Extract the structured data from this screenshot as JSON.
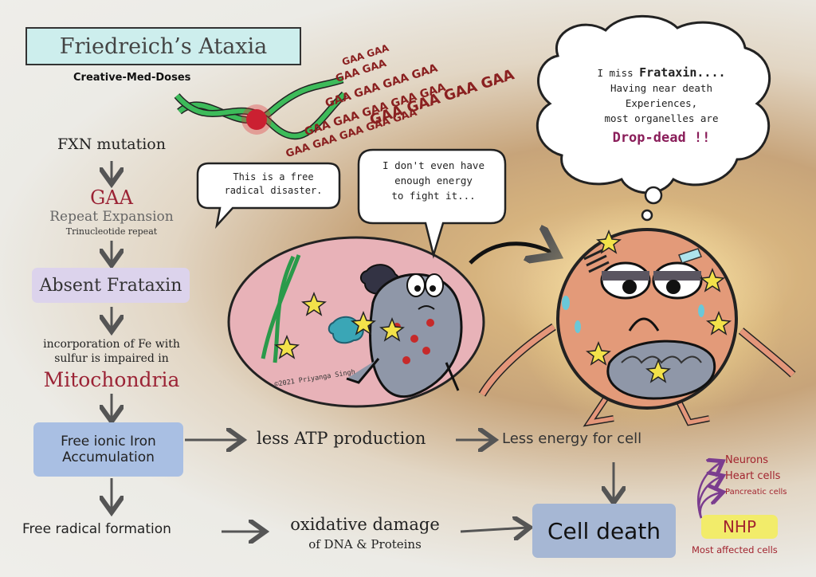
{
  "title": "Friedreich’s Ataxia",
  "subtitle": "Creative-Med-Doses",
  "gaa_repeats": [
    "GAA GAA",
    "GAA GAA",
    "GAA GAA GAA GAA",
    "GAA GAA GAA GAA GAA",
    "GAA GAA GAA GAA GAA",
    "GAA GAA GAA GAA"
  ],
  "pathway": {
    "fxn_mutation": "FXN mutation",
    "gaa": "GAA",
    "repeat_expansion": "Repeat Expansion",
    "trinucleotide": "Trinucleotide repeat",
    "absent_frataxin": "Absent Frataxin",
    "incorporation_line1": "incorporation of Fe with",
    "incorporation_line2": "sulfur is impaired in",
    "mitochondria": "Mitochondria",
    "free_iron_line1": "Free ionic Iron",
    "free_iron_line2": "Accumulation",
    "less_atp": "less ATP production",
    "less_energy": "Less energy for cell",
    "free_radical": "Free radical formation",
    "oxidative_line1": "oxidative damage",
    "oxidative_line2": "of DNA & Proteins",
    "cell_death": "Cell death"
  },
  "bubbles": {
    "left_line1": "This is a free",
    "left_line2": "radical disaster.",
    "mid_line1": "I don't even have",
    "mid_line2": "enough energy",
    "mid_line3": "to fight it...",
    "big_miss": "I miss",
    "big_frataxin": "Frataxin....",
    "big_line2": "Having near death",
    "big_line3": "Experiences,",
    "big_line4": "most organelles are",
    "big_drop": "Drop-dead !!"
  },
  "copyright": "©2021 Priyanga Singh",
  "affected": {
    "neurons": "Neurons",
    "heart": "Heart cells",
    "pancreatic": "Pancreatic cells",
    "nhp": "NHP",
    "most_affected": "Most affected cells"
  },
  "colors": {
    "accent_red": "#9b2335",
    "box_purple": "#dcd3ec",
    "box_blue": "#a9bfe3",
    "cell_death_box": "#a6b7d4",
    "nhp_yellow": "#f2ec6a",
    "drop_dead": "#8a1e5a"
  }
}
